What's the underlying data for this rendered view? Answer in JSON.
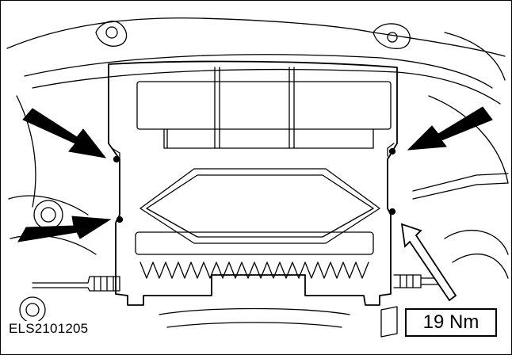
{
  "figure": {
    "id": "ELS2101205",
    "torque_label": "19 Nm",
    "line_color": "#000000",
    "background_color": "#ffffff"
  },
  "callouts": [
    {
      "name": "arrow-upper-left",
      "icon": "arrow-right-filled"
    },
    {
      "name": "arrow-lower-left",
      "icon": "arrow-right-filled"
    },
    {
      "name": "arrow-upper-right",
      "icon": "arrow-left-filled"
    },
    {
      "name": "arrow-lower-right",
      "icon": "arrow-up-left-outline"
    }
  ]
}
